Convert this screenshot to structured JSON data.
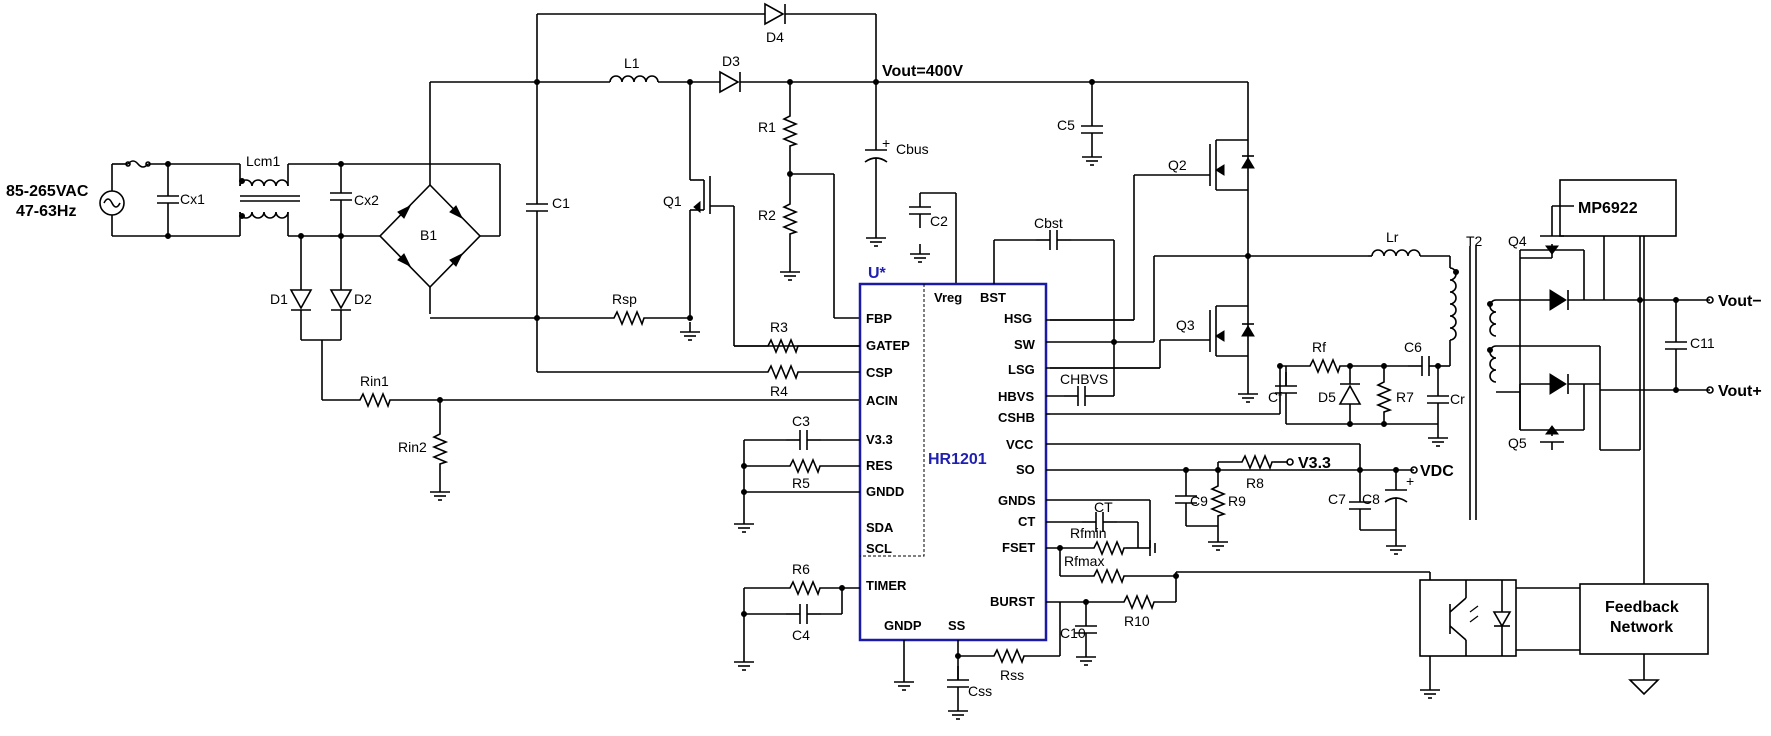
{
  "input": {
    "voltage": "85-265VAC",
    "frequency": "47-63Hz"
  },
  "output": {
    "vout_bus": "Vout=400V",
    "vout_neg": "Vout−",
    "vout_pos": "Vout+",
    "v33_node": "V3.3",
    "vdc_node": "VDC"
  },
  "ic": {
    "designator": "U*",
    "part": "HR1201",
    "left_pins": [
      "FBP",
      "GATEP",
      "CSP",
      "ACIN",
      "V3.3",
      "RES",
      "GNDD",
      "SDA",
      "SCL",
      "TIMER"
    ],
    "right_pins": [
      "HSG",
      "SW",
      "LSG",
      "HBVS",
      "CSHB",
      "VCC",
      "SO",
      "GNDS",
      "CT",
      "FSET",
      "BURST"
    ],
    "top_pins": [
      "Vreg",
      "BST"
    ],
    "bottom_pins": [
      "GNDP",
      "SS"
    ]
  },
  "blocks": {
    "sync_rect": "MP6922",
    "feedback_line1": "Feedback",
    "feedback_line2": "Network"
  },
  "components": {
    "lcm1": "Lcm1",
    "cx1": "Cx1",
    "cx2": "Cx2",
    "b1": "B1",
    "d1": "D1",
    "d2": "D2",
    "d3": "D3",
    "d4": "D4",
    "l1": "L1",
    "c1": "C1",
    "rsp": "Rsp",
    "q1": "Q1",
    "r1": "R1",
    "r2": "R2",
    "cbus": "Cbus",
    "c2": "C2",
    "r3": "R3",
    "r4": "R4",
    "rin1": "Rin1",
    "rin2": "Rin2",
    "c3": "C3",
    "r5": "R5",
    "r6": "R6",
    "c4": "C4",
    "c5": "C5",
    "q2": "Q2",
    "q3": "Q3",
    "cbst": "Cbst",
    "chbvs": "CHBVS",
    "lr": "Lr",
    "t2": "T2",
    "rf": "Rf",
    "c6": "C6",
    "cf": "Cf",
    "d5": "D5",
    "r7": "R7",
    "cr": "Cr",
    "c7": "C7",
    "c8": "C8",
    "c9": "C9",
    "r9": "R9",
    "r8": "R8",
    "ct": "CT",
    "rfmin": "Rfmin",
    "rfmax": "Rfmax",
    "r10": "R10",
    "c10": "C10",
    "rss": "Rss",
    "css": "Css",
    "q4": "Q4",
    "q5": "Q5",
    "c11": "C11"
  }
}
